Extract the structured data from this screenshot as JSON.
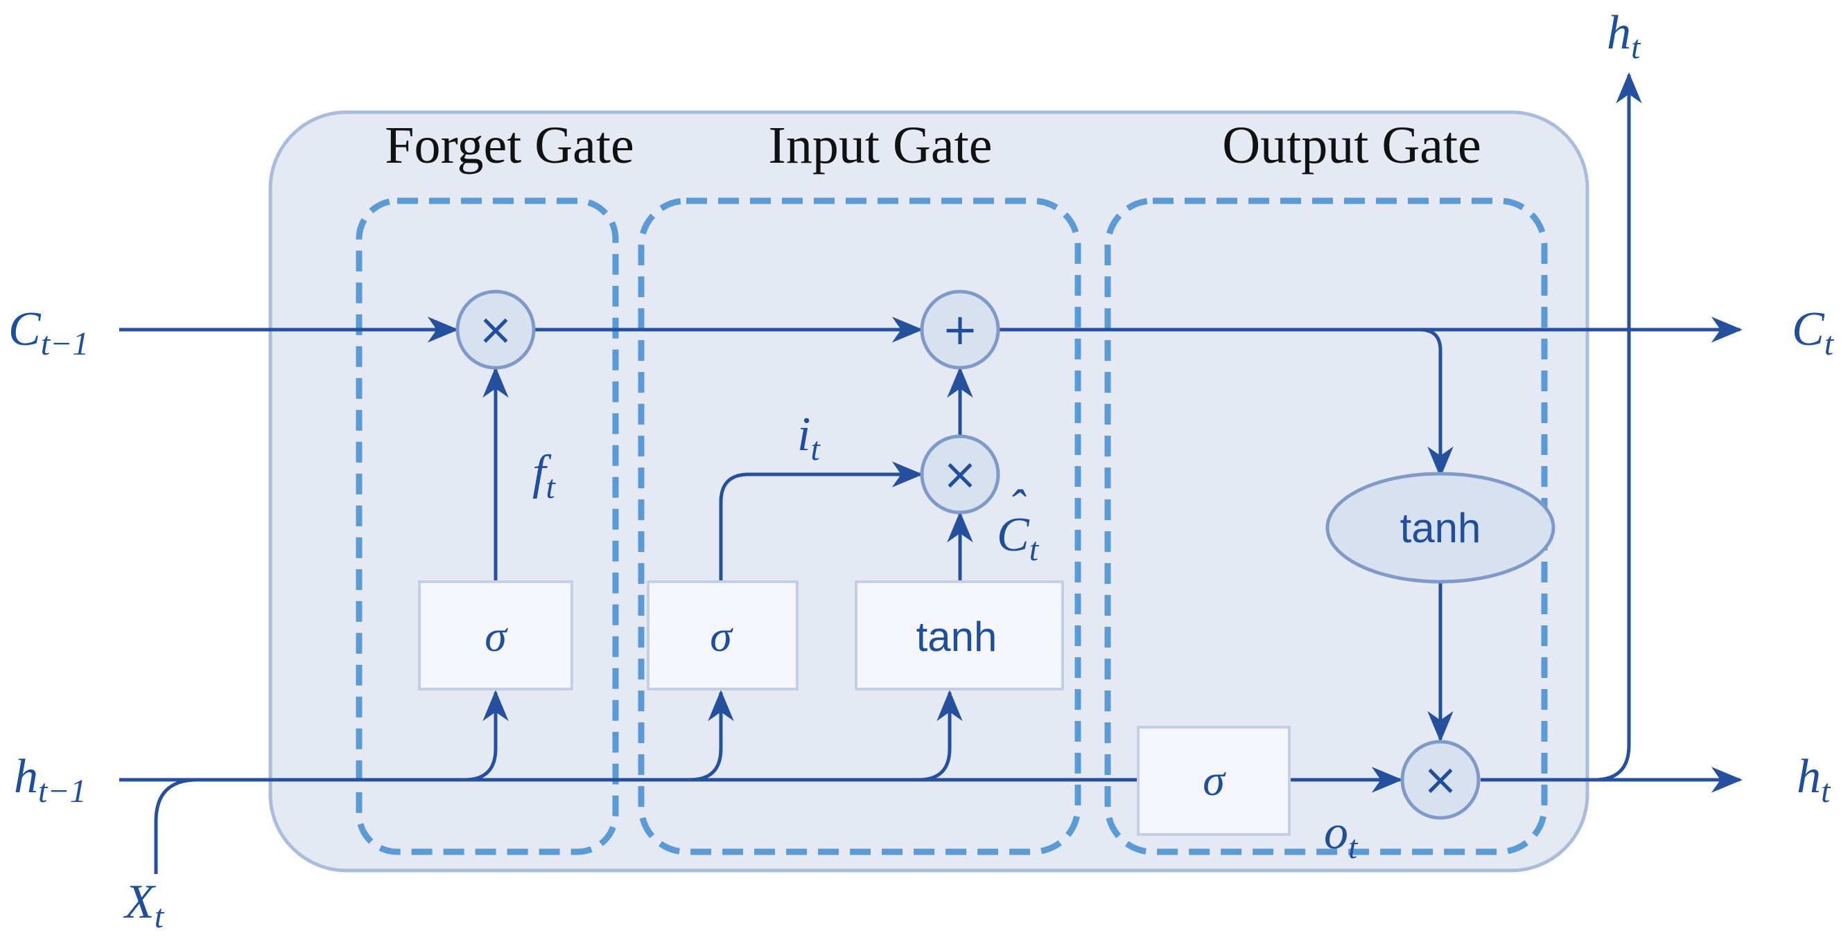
{
  "gates": {
    "forget": {
      "title": "Forget Gate"
    },
    "input": {
      "title": "Input Gate"
    },
    "output": {
      "title": "Output Gate"
    }
  },
  "variables": {
    "c_prev": {
      "main": "C",
      "sub": "t−1"
    },
    "c_t": {
      "main": "C",
      "sub": "t"
    },
    "h_prev": {
      "main": "h",
      "sub": "t−1"
    },
    "h_t_right": {
      "main": "h",
      "sub": "t"
    },
    "h_t_top": {
      "main": "h",
      "sub": "t"
    },
    "x_t": {
      "main": "X",
      "sub": "t"
    },
    "f_t": {
      "main": "f",
      "sub": "t"
    },
    "i_t": {
      "main": "i",
      "sub": "t"
    },
    "c_hat": {
      "main": "C",
      "sub": "t",
      "accent": "ˆ"
    },
    "o_t": {
      "main": "o",
      "sub": "t"
    }
  },
  "blocks": {
    "forget_sigma": "σ",
    "input_sigma": "σ",
    "input_tanh": "tanh",
    "output_tanh": "tanh",
    "output_sigma": "σ"
  },
  "operators": {
    "forget_multiply": "×",
    "cell_add": "+",
    "input_multiply": "×",
    "output_multiply": "×"
  },
  "colors": {
    "flow_line": "#24509e",
    "cell_fill": "#e4e9f3",
    "cell_border": "#a9bcdc",
    "gate_dash": "#5b9bd5",
    "text_dark": "#111111",
    "text_blue": "#1f4e9c"
  }
}
